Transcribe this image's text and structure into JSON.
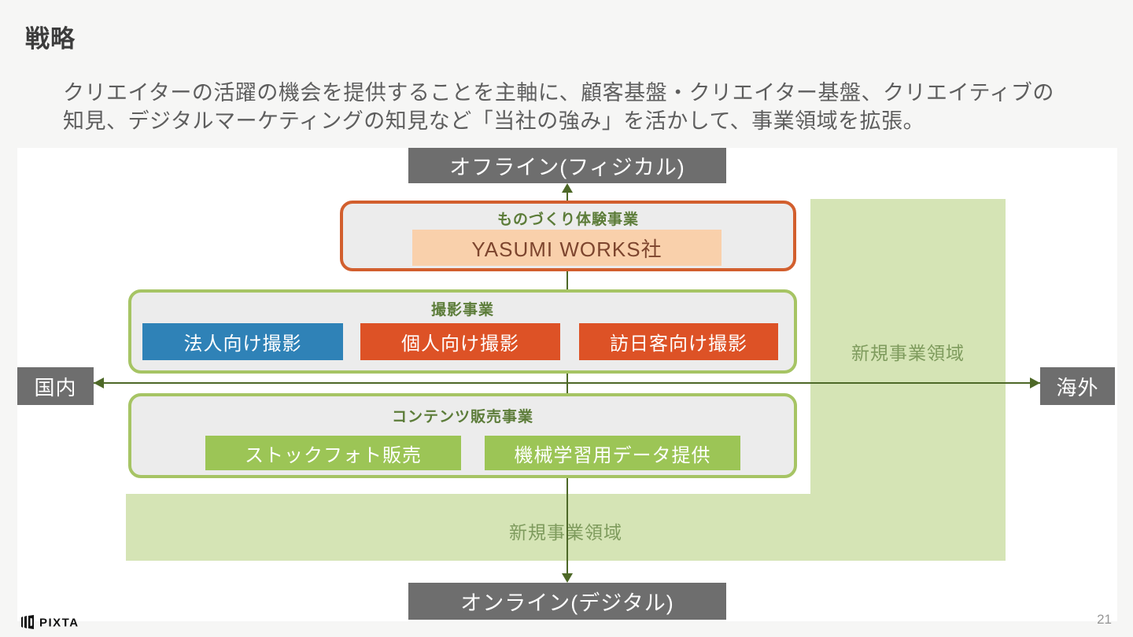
{
  "slide": {
    "title": "戦略",
    "body_line1": "クリエイターの活躍の機会を提供することを主軸に、顧客基盤・クリエイター基盤、クリエイティブの",
    "body_line2": "知見、デジタルマーケティングの知見など「当社の強み」を活かして、事業領域を拡張。",
    "page_number": "21",
    "logo_text": "PIXTA"
  },
  "diagram": {
    "axis": {
      "top": "オフライン(フィジカル)",
      "bottom": "オンライン(デジタル)",
      "left": "国内",
      "right": "海外"
    },
    "monozukuri": {
      "label": "ものづくり体験事業",
      "item": "YASUMI WORKS社"
    },
    "shooting": {
      "label": "撮影事業",
      "items": [
        {
          "label": "法人向け撮影",
          "color": "#2f82b7"
        },
        {
          "label": "個人向け撮影",
          "color": "#dd5226"
        },
        {
          "label": "訪日客向け撮影",
          "color": "#dd5226"
        }
      ]
    },
    "content_sales": {
      "label": "コンテンツ販売事業",
      "items": [
        {
          "label": "ストックフォト販売",
          "color": "#9cc556"
        },
        {
          "label": "機械学習用データ提供",
          "color": "#9cc556"
        }
      ]
    },
    "new_area_right": "新規事業領域",
    "new_area_bottom": "新規事業領域",
    "colors": {
      "slide_bg": "#f6f6f5",
      "axis_box_bg": "#6e6e6e",
      "arrow_green": "#4d6827",
      "frame_orange_border": "#d25f2e",
      "frame_green_border": "#a6c464",
      "frame_fill": "#ececec",
      "frame_label_text": "#5c7c39",
      "peach_bg": "#f9d0ab",
      "peach_text": "#7d452e",
      "new_area_bg": "#d5e4b5",
      "new_area_text": "#7e9b5d"
    }
  }
}
